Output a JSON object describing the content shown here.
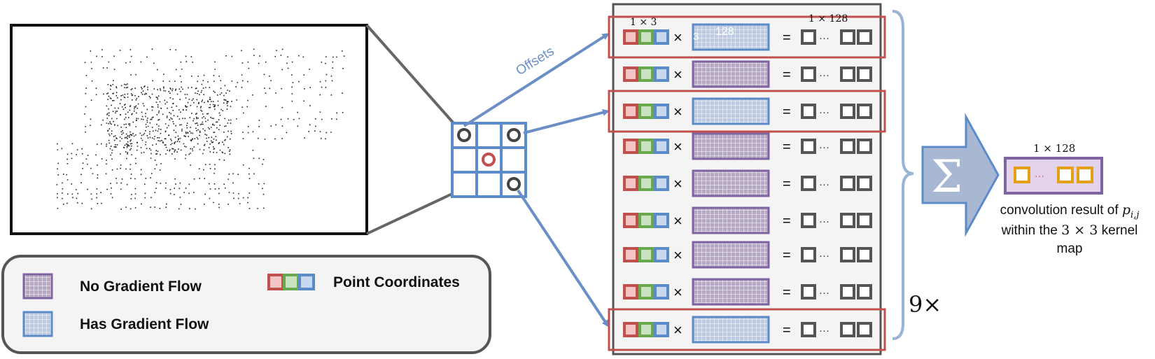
{
  "offsets_label": "Offsets",
  "first_row": {
    "coord_dim": "1 × 3",
    "weight_dim": "1 × 128",
    "matrix_rows": "3",
    "matrix_cols": "128"
  },
  "rows": [
    {
      "gradient": true,
      "highlighted": true
    },
    {
      "gradient": false,
      "highlighted": false
    },
    {
      "gradient": true,
      "highlighted": true
    },
    {
      "gradient": false,
      "highlighted": false
    },
    {
      "gradient": false,
      "highlighted": false
    },
    {
      "gradient": false,
      "highlighted": false
    },
    {
      "gradient": false,
      "highlighted": false
    },
    {
      "gradient": false,
      "highlighted": false
    },
    {
      "gradient": true,
      "highlighted": true
    }
  ],
  "symbols": {
    "times": "×",
    "equals": "=",
    "ellipsis": "···",
    "sum": "Σ"
  },
  "repeat_label": "9×",
  "output": {
    "dim": "1 × 128",
    "caption_line1_text": "convolution result of ",
    "caption_line1_math": "p",
    "caption_line1_sub": "i,j",
    "caption_line2_pre": "within the ",
    "caption_line2_math": "3 × 3",
    "caption_line2_post": " kernel",
    "caption_line3": "map"
  },
  "legend": {
    "no_gradient": "No Gradient Flow",
    "has_gradient": "Has Gradient Flow",
    "point_coords": "Point Coordinates"
  },
  "colors": {
    "red": "#c0504d",
    "green": "#6aa84f",
    "blue": "#5b8bc9",
    "purple": "#8064a2",
    "orange": "#e6a016",
    "grey_border": "#555555",
    "frame": "#666666"
  }
}
